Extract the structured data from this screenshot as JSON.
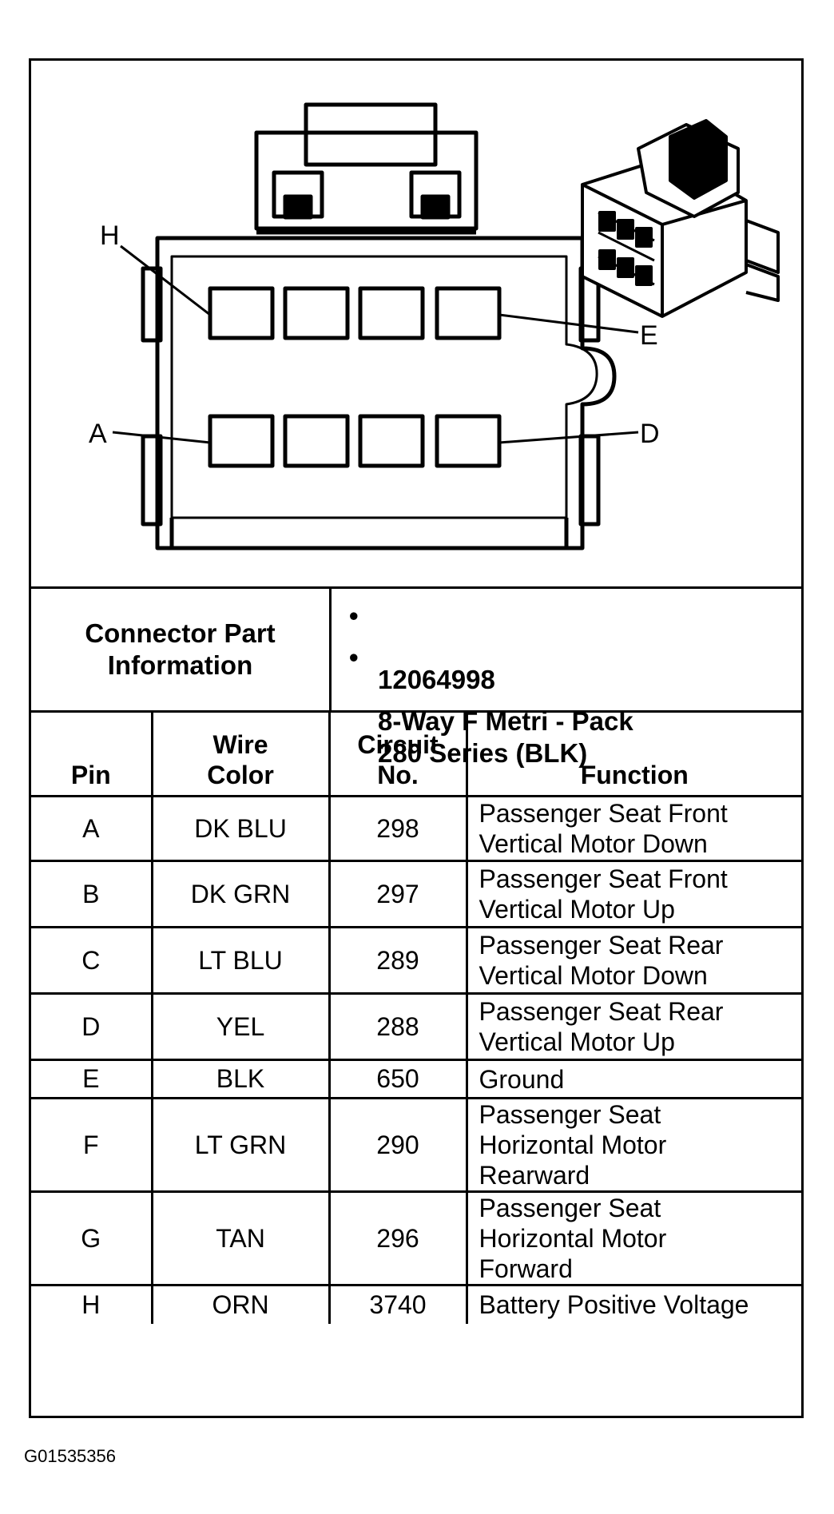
{
  "diagram": {
    "pin_callouts": [
      "H",
      "E",
      "A",
      "D"
    ]
  },
  "connector_info": {
    "label": "Connector Part\nInformation",
    "items": [
      "12064998",
      "8-Way F Metri - Pack\n280 Series (BLK)"
    ],
    "bullet": "•"
  },
  "table": {
    "headers": [
      "Pin",
      "Wire\nColor",
      "Circuit\nNo.",
      "Function"
    ],
    "rows": [
      {
        "pin": "A",
        "color": "DK BLU",
        "circuit": "298",
        "function": "Passenger Seat Front\nVertical Motor Down"
      },
      {
        "pin": "B",
        "color": "DK GRN",
        "circuit": "297",
        "function": "Passenger Seat Front\nVertical Motor Up"
      },
      {
        "pin": "C",
        "color": "LT BLU",
        "circuit": "289",
        "function": "Passenger Seat Rear\nVertical Motor Down"
      },
      {
        "pin": "D",
        "color": "YEL",
        "circuit": "288",
        "function": "Passenger Seat Rear\nVertical Motor Up"
      },
      {
        "pin": "E",
        "color": "BLK",
        "circuit": "650",
        "function": "Ground"
      },
      {
        "pin": "F",
        "color": "LT GRN",
        "circuit": "290",
        "function": "Passenger Seat\nHorizontal Motor\nRearward"
      },
      {
        "pin": "G",
        "color": "TAN",
        "circuit": "296",
        "function": "Passenger Seat\nHorizontal Motor\nForward"
      },
      {
        "pin": "H",
        "color": "ORN",
        "circuit": "3740",
        "function": "Battery Positive Voltage"
      }
    ]
  },
  "caption": "G01535356"
}
